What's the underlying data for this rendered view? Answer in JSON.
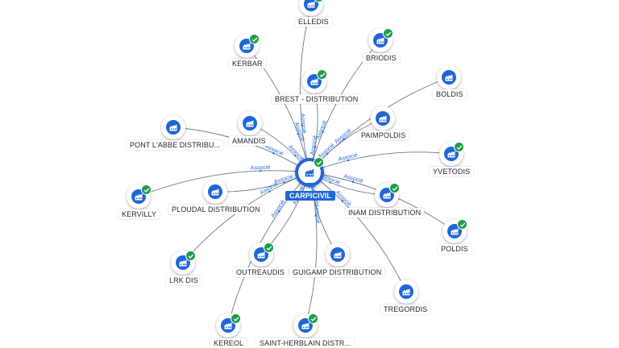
{
  "center": {
    "label": "CARPICIVIL",
    "icon": "building-icon"
  },
  "edge_label": "Associé",
  "colors": {
    "accent": "#1f66d9",
    "check": "#1f9e4a",
    "edge": "#6b7a8c",
    "text": "#222a35"
  },
  "nodes": [
    {
      "id": "elledis",
      "label": "ELLEDIS",
      "checked": true,
      "icon": "building-icon"
    },
    {
      "id": "kerbar",
      "label": "KERBAR",
      "checked": true,
      "icon": "building-icon"
    },
    {
      "id": "briodis",
      "label": "BRIODIS",
      "checked": true,
      "icon": "building-icon"
    },
    {
      "id": "brest",
      "label": "BREST - DISTRIBUTION",
      "checked": true,
      "icon": "building-icon"
    },
    {
      "id": "boldis",
      "label": "BOLDIS",
      "checked": false,
      "icon": "building-icon"
    },
    {
      "id": "amandis",
      "label": "AMANDIS",
      "checked": false,
      "icon": "building-icon"
    },
    {
      "id": "paimpoldis",
      "label": "PAIMPOLDIS",
      "checked": false,
      "icon": "building-icon"
    },
    {
      "id": "pontlabbe",
      "label": "PONT L'ABBE DISTRIBU...",
      "checked": false,
      "icon": "building-icon"
    },
    {
      "id": "yvetodis",
      "label": "YVETODIS",
      "checked": true,
      "icon": "building-icon"
    },
    {
      "id": "kervilly",
      "label": "KERVILLY",
      "checked": true,
      "icon": "building-icon"
    },
    {
      "id": "ploudal",
      "label": "PLOUDAL DISTRIBUTION",
      "checked": false,
      "icon": "building-icon"
    },
    {
      "id": "inam",
      "label": "INAM DISTRIBUTION",
      "checked": true,
      "icon": "building-icon"
    },
    {
      "id": "poldis",
      "label": "POLDIS",
      "checked": true,
      "icon": "building-icon"
    },
    {
      "id": "lrkdis",
      "label": "LRK DIS",
      "checked": true,
      "icon": "building-icon"
    },
    {
      "id": "outreaudis",
      "label": "OUTREAUDIS",
      "checked": true,
      "icon": "building-icon"
    },
    {
      "id": "guigamp",
      "label": "GUIGAMP DISTRIBUTION",
      "checked": false,
      "icon": "building-icon"
    },
    {
      "id": "tregordis",
      "label": "TREGORDIS",
      "checked": false,
      "icon": "building-icon"
    },
    {
      "id": "kereol",
      "label": "KEREOL",
      "checked": true,
      "icon": "building-icon"
    },
    {
      "id": "saintherblain",
      "label": "SAINT-HERBLAIN DISTR...",
      "checked": true,
      "icon": "building-icon"
    }
  ]
}
